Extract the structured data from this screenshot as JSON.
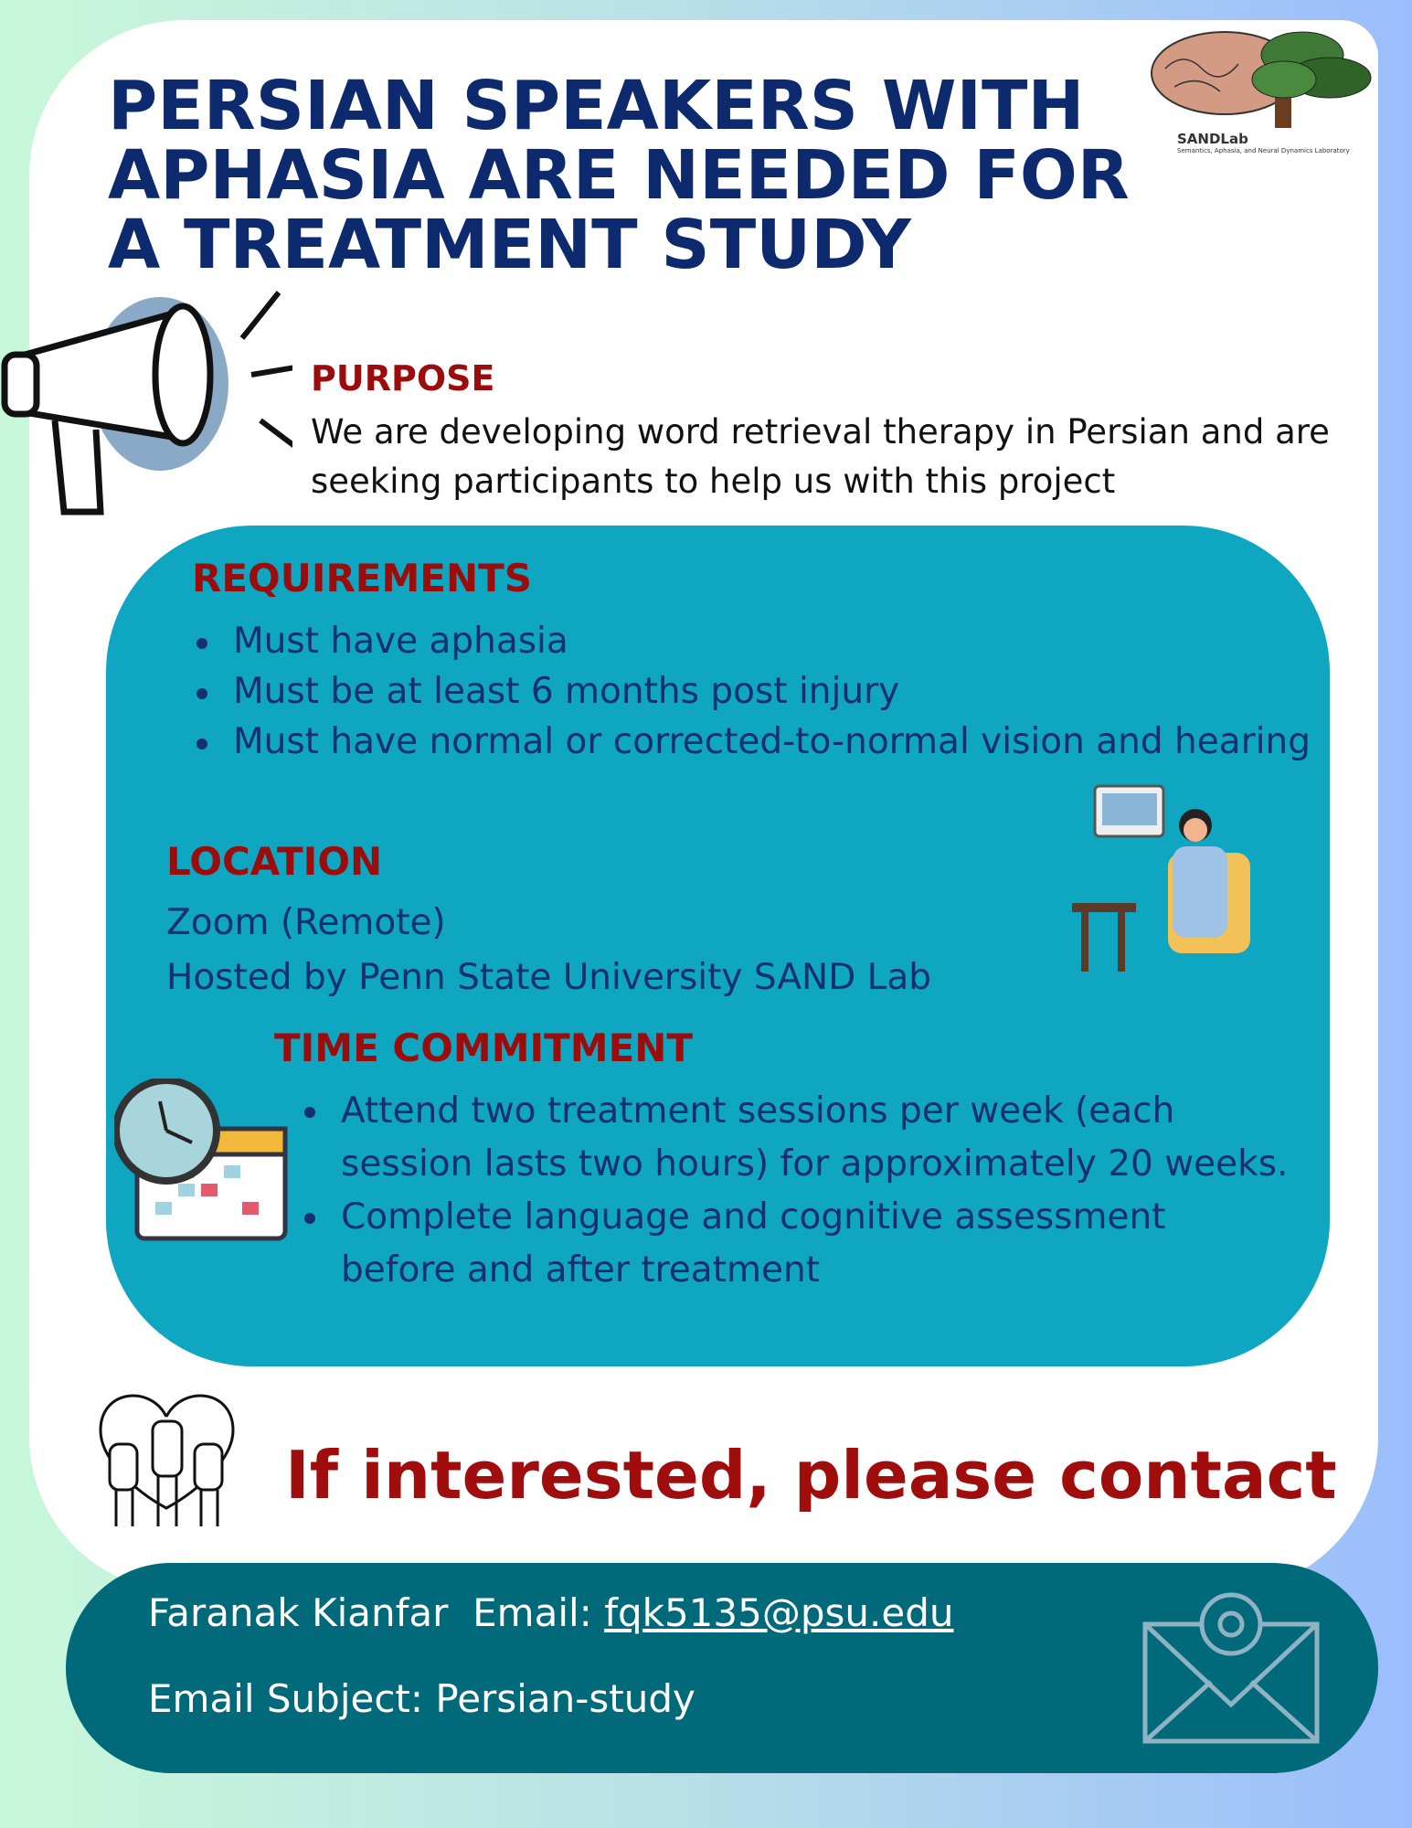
{
  "title": "PERSIAN SPEAKERS WITH APHASIA ARE NEEDED FOR A TREATMENT STUDY",
  "logo": {
    "name": "SANDLab",
    "subtitle": "Semantics, Aphasia, and Neural Dynamics Laboratory"
  },
  "purpose": {
    "heading": "PURPOSE",
    "text": "We are developing word retrieval therapy in Persian and are seeking participants to help us with this project"
  },
  "requirements": {
    "heading": "REQUIREMENTS",
    "items": [
      "Must have aphasia",
      "Must be at least 6 months post injury",
      "Must have normal or corrected-to-normal vision and hearing"
    ]
  },
  "location": {
    "heading": "LOCATION",
    "lines": [
      "Zoom (Remote)",
      "Hosted by Penn State University SAND Lab"
    ]
  },
  "time": {
    "heading": "TIME COMMITMENT",
    "items": [
      "Attend two treatment sessions per week (each session lasts two hours) for approximately 20 weeks.",
      "Complete language and cognitive assessment before and after treatment"
    ]
  },
  "cta": "If interested, please contact",
  "contact": {
    "name": "Faranak Kianfar",
    "email_label": "Email:",
    "email": "fqk5135@psu.edu",
    "subject_line": "Email Subject: Persian-study"
  },
  "colors": {
    "navy": "#0d2a6e",
    "red": "#9b0d0d",
    "teal": "#0ea6c1",
    "footer": "#016a7a"
  }
}
